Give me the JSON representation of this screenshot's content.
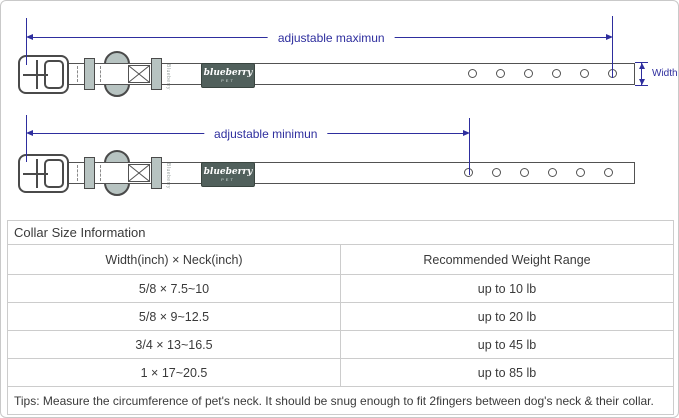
{
  "colors": {
    "annotation_accent": "#2e2e9e",
    "table_border": "#cccccc",
    "tag_background": "#51605c",
    "hardware_gray": "#b7c3c1"
  },
  "diagram": {
    "max_label": "adjustable maximun",
    "min_label": "adjustable minimun",
    "width_label": "Width",
    "strap_stamp": "Blueberry",
    "brand": {
      "name": "blueberry",
      "sub": "PET"
    },
    "holes_per_collar": 6
  },
  "table": {
    "title": "Collar Size Information",
    "columns": [
      "Width(inch) × Neck(inch)",
      "Recommended Weight Range"
    ],
    "rows": [
      {
        "size": "5/8 × 7.5~10",
        "weight": "up to 10 lb"
      },
      {
        "size": "5/8 × 9~12.5",
        "weight": "up to 20 lb"
      },
      {
        "size": "3/4 × 13~16.5",
        "weight": "up to 45 lb"
      },
      {
        "size": "1 × 17~20.5",
        "weight": "up to 85 lb"
      }
    ],
    "tips": "Tips: Measure the circumference of pet's neck. It should be snug enough to fit 2fingers between dog's neck & their collar."
  }
}
